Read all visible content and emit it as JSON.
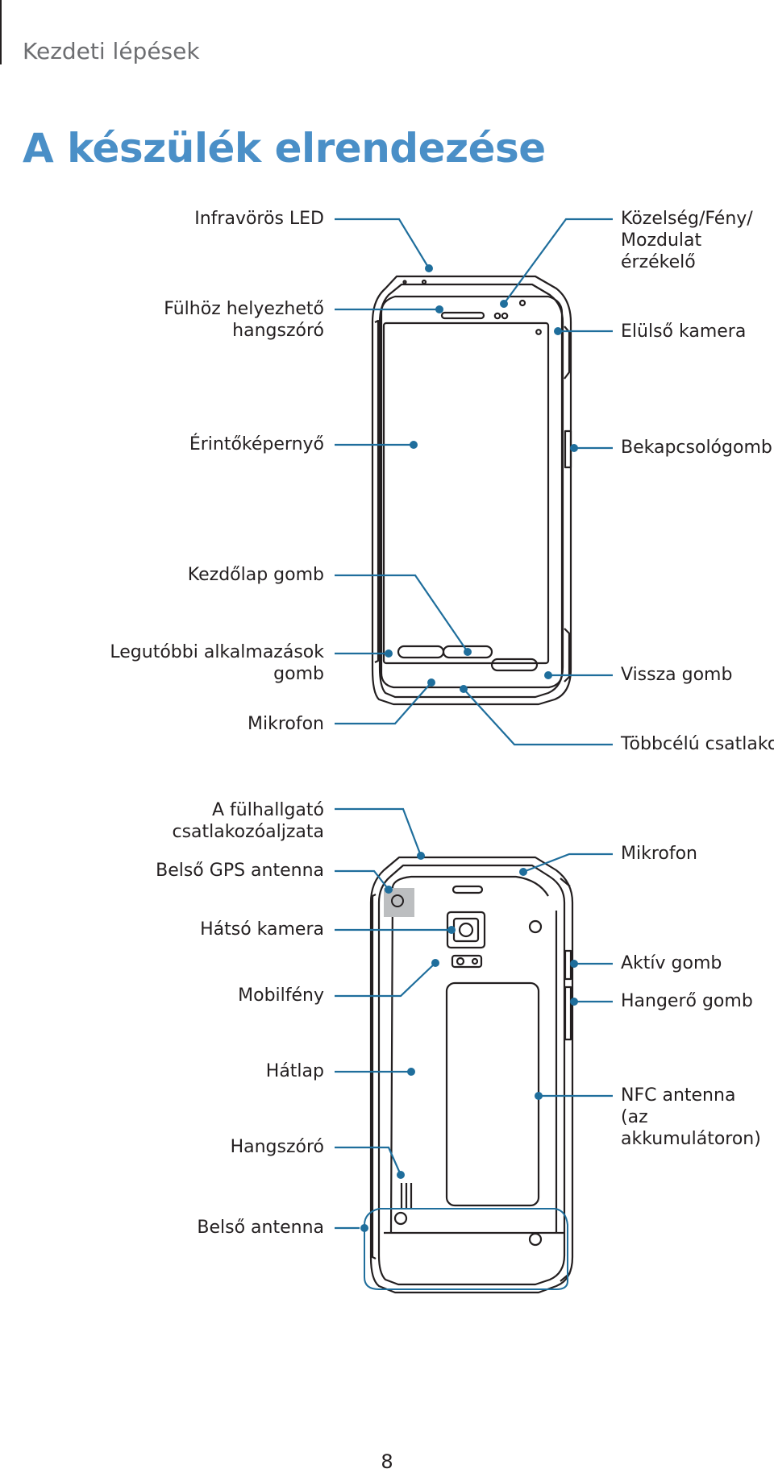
{
  "header": {
    "section": "Kezdeti lépések"
  },
  "title": "A készülék elrendezése",
  "front": {
    "left_labels": [
      "Infravörös LED",
      "Fülhöz helyezhető\nhangszóró",
      "Érintőképernyő",
      "Kezdőlap gomb",
      "Legutóbbi alkalmazások\ngomb",
      "Mikrofon"
    ],
    "right_labels": [
      "Közelség/Fény/\nMozdulat érzékelő",
      "Elülső kamera",
      "Bekapcsológomb",
      "Vissza gomb",
      "Többcélú csatlakozó"
    ]
  },
  "back": {
    "left_labels": [
      "A fülhallgató\ncsatlakozóaljzata",
      "Belső GPS antenna",
      "Hátsó kamera",
      "Mobilfény",
      "Hátlap",
      "Hangszóró",
      "Belső antenna"
    ],
    "right_labels": [
      "Mikrofon",
      "Aktív gomb",
      "Hangerő gomb",
      "NFC antenna\n(az akkumulátoron)"
    ]
  },
  "colors": {
    "title": "#4a8fc7",
    "callout": "#1f6e9c",
    "device": "#231f20"
  },
  "page_number": "8"
}
